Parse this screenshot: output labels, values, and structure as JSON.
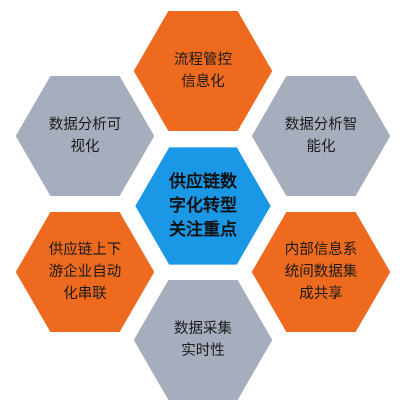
{
  "colors": {
    "orange": "#ED6A1F",
    "gray": "#A6AEBE",
    "center": "#1A98E6",
    "center_text": "#111111",
    "label_text": "#1a1a1a",
    "hex_stroke": "#ffffff"
  },
  "center": {
    "lines": [
      "供应链数",
      "字化转型",
      "关注重点"
    ]
  },
  "nodes": [
    {
      "id": "top",
      "style": "orange",
      "lines": [
        "流程管控",
        "信息化"
      ]
    },
    {
      "id": "upper-right",
      "style": "gray",
      "lines": [
        "数据分析智",
        "能化"
      ]
    },
    {
      "id": "lower-right",
      "style": "orange",
      "lines": [
        "内部信息系",
        "统间数据集",
        "成共享"
      ]
    },
    {
      "id": "bottom",
      "style": "gray",
      "lines": [
        "数据采集",
        "实时性"
      ]
    },
    {
      "id": "lower-left",
      "style": "orange",
      "lines": [
        "供应链上下",
        "游企业自动",
        "化串联"
      ]
    },
    {
      "id": "upper-left",
      "style": "gray",
      "lines": [
        "数据分析可",
        "视化"
      ]
    }
  ]
}
